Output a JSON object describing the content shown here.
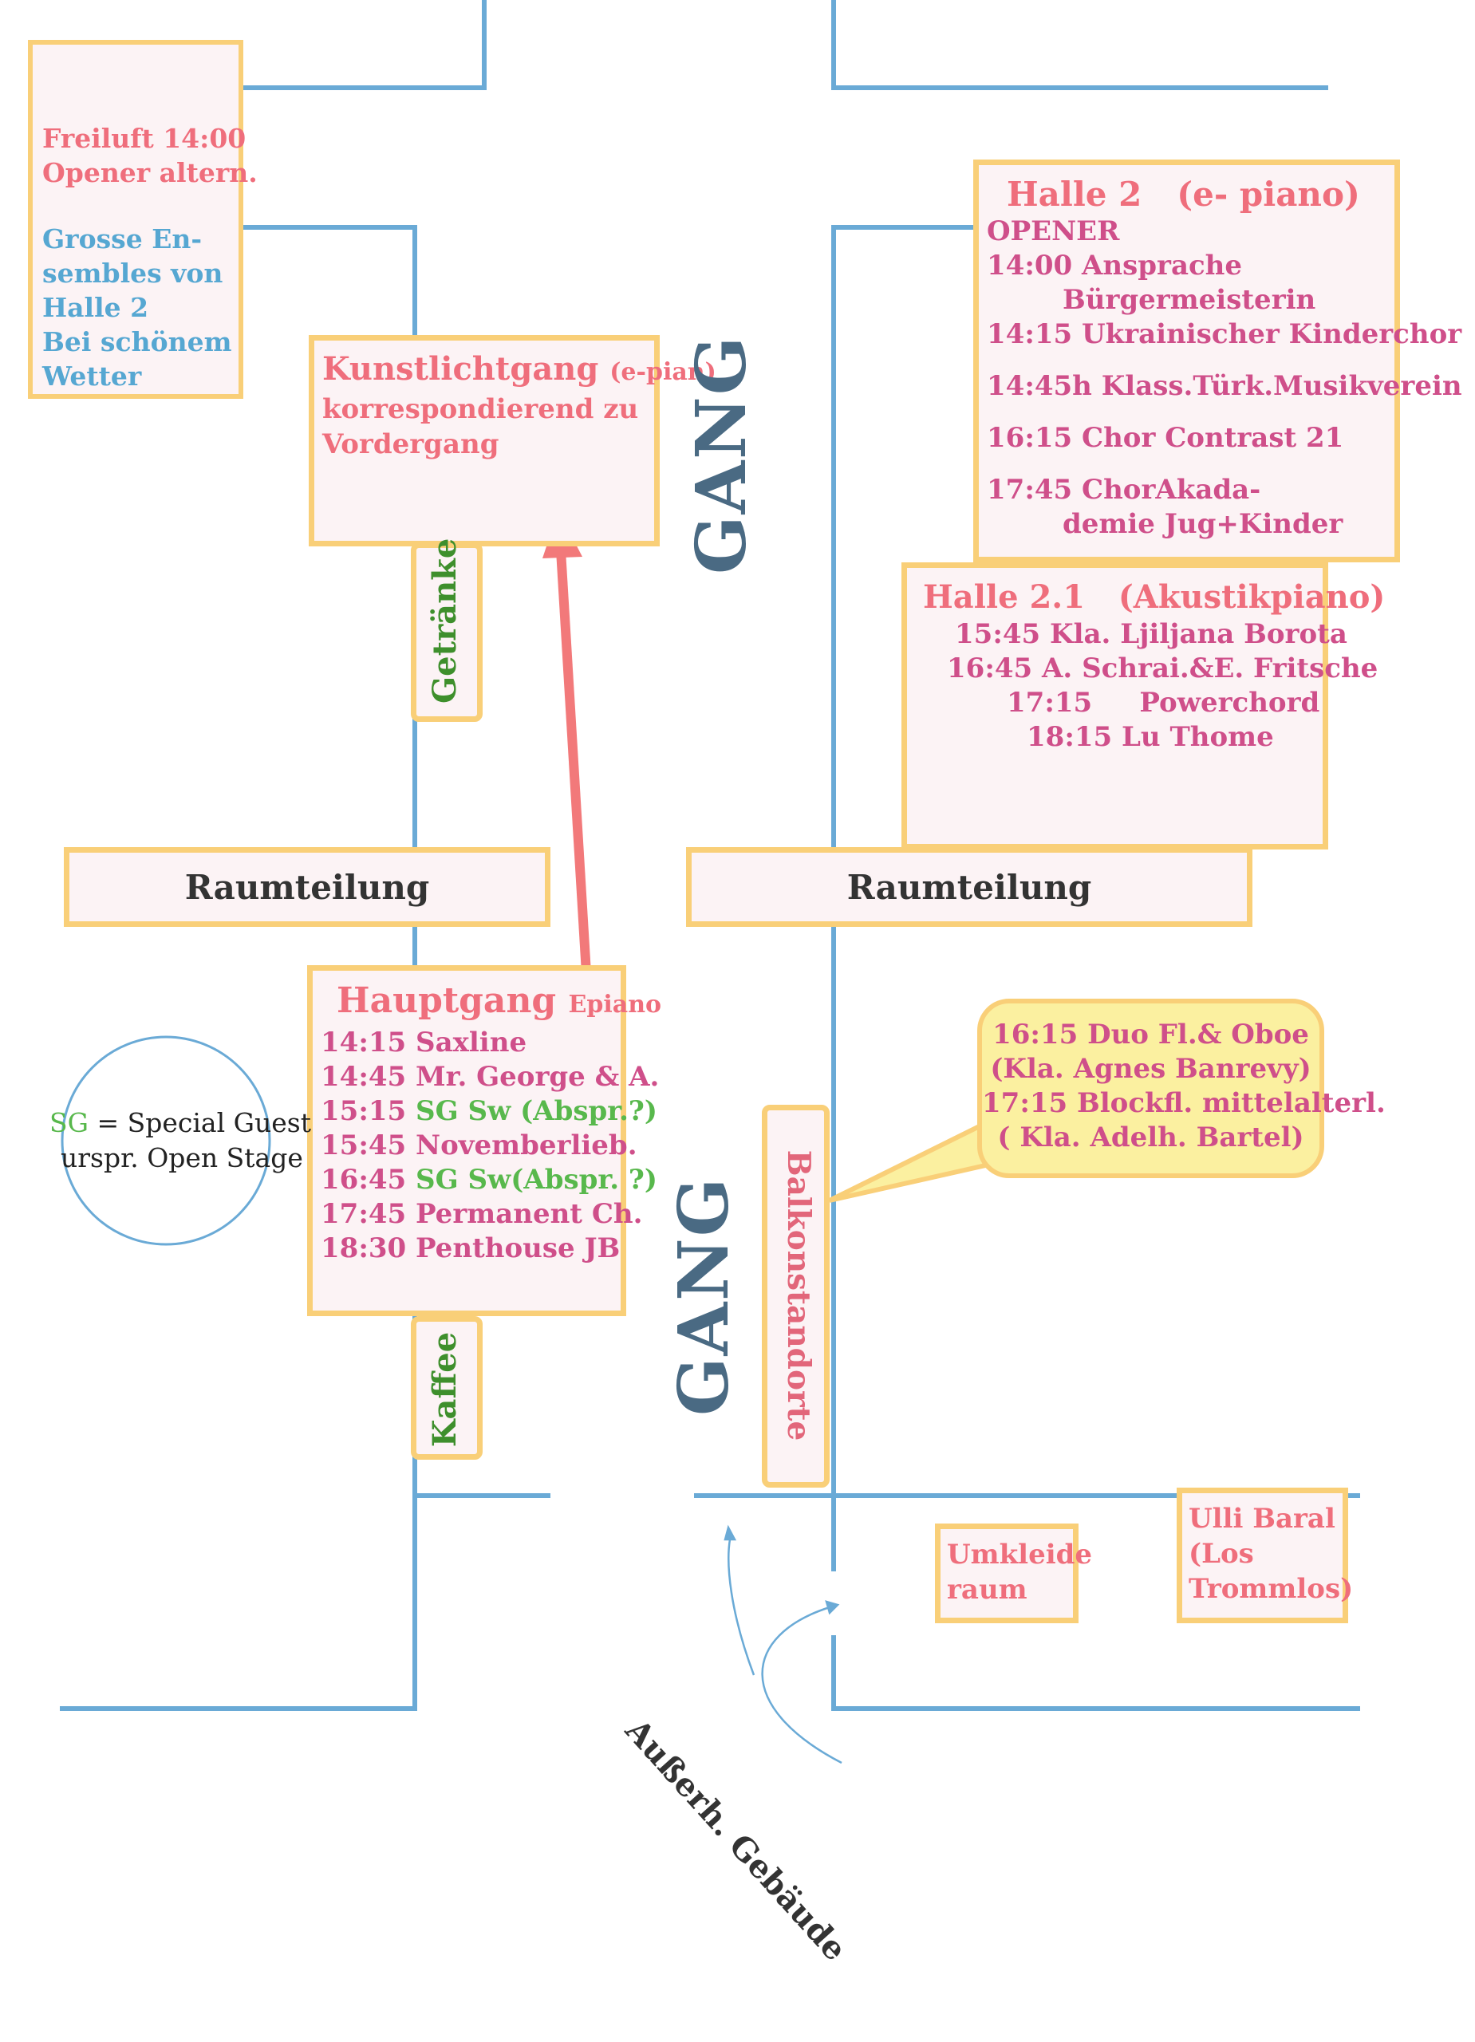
{
  "colors": {
    "wall": "#6aaad6",
    "box_border": "#f9cf78",
    "box_fill": "#fcf3f5",
    "arrow": "#f2797a",
    "callout_fill": "#fbf0a0",
    "gang_text": "#4a6a83"
  },
  "freiluft": {
    "lines": [
      "Freiluft 14:00",
      "Opener altern."
    ],
    "note_lines": [
      "Grosse En-",
      "sembles von",
      "Halle 2",
      "Bei schönem",
      "Wetter"
    ]
  },
  "kunstlicht": {
    "title": "Kunstlichtgang",
    "title_note": "(e-pian)",
    "lines": [
      "korrespondierend zu",
      "Vordergang"
    ]
  },
  "halle2": {
    "title": "Halle 2",
    "title_note": "(e- piano)",
    "opener": "OPENER",
    "lines": [
      "14:00 Ansprache",
      "Bürgermeisterin",
      "14:15 Ukrainischer Kinderchor",
      "14:45h Klass.Türk.Musikverein",
      "16:15 Chor Contrast 21",
      "17:45 ChorAkada-",
      "demie Jug+Kinder"
    ]
  },
  "halle21": {
    "title": "Halle 2.1",
    "title_note": "(Akustikpiano)",
    "lines": [
      "15:45  Kla. Ljiljana Borota",
      "16:45 A. Schrai.&E. Fritsche",
      "17:15     Powerchord",
      "18:15 Lu Thome"
    ]
  },
  "getraenke": "Getränke",
  "kaffee": "Kaffee",
  "raumteilung_left": "Raumteilung",
  "raumteilung_right": "Raumteilung",
  "gang_top": "GANG",
  "gang_bottom": "GANG",
  "hauptgang": {
    "title": "Hauptgang",
    "title_note": "Epiano",
    "items": [
      {
        "time": "14:15",
        "sg": "",
        "text": "Saxline"
      },
      {
        "time": "14:45",
        "sg": "",
        "text": "Mr. George & A."
      },
      {
        "time": "15:15",
        "sg": "SG Sw (Abspr.?)",
        "text": ""
      },
      {
        "time": "15:45",
        "sg": "",
        "text": "Novemberlieb."
      },
      {
        "time": "16:45",
        "sg": "SG Sw(Abspr. ?)",
        "text": ""
      },
      {
        "time": "17:45",
        "sg": "",
        "text": "Permanent Ch."
      },
      {
        "time": "18:30",
        "sg": "",
        "text": "Penthouse JB"
      }
    ]
  },
  "legend": {
    "sg": "SG",
    "line1": " = Special Guest",
    "line2": "urspr. Open Stage"
  },
  "balkon": "Balkonstandorte",
  "callout": {
    "lines": [
      "16:15 Duo Fl.& Oboe",
      "(Kla. Agnes Banrevy)",
      "17:15 Blockfl. mittelalterl.",
      "( Kla. Adelh. Bartel)"
    ]
  },
  "umkleide": {
    "lines": [
      "Umkleide",
      "raum"
    ]
  },
  "ulli": {
    "lines": [
      "Ulli Baral",
      "(Los",
      "Trommlos)"
    ]
  },
  "ausserh": "Außerh. Gebäude"
}
